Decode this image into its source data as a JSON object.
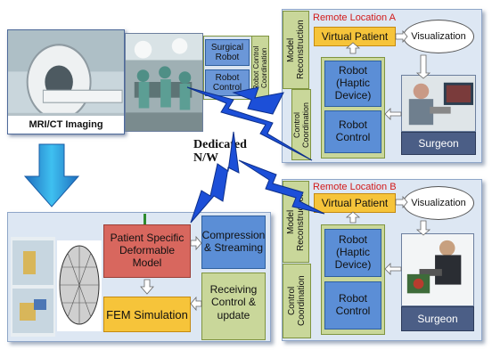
{
  "labels": {
    "mri_ct_imaging": "MRI/CT Imaging",
    "dedicated_nw": "Dedicated\nN/W",
    "surgical_robot": "Surgical\nRobot",
    "robot_control_small": "Robot\nControl",
    "robot_control_coordination": "Robot Control\nCoordination",
    "remote_a": {
      "title": "Remote Location A",
      "model_reconstruction": "Model\nReconstruction",
      "control_coordination": "Control\nCoordination",
      "virtual_patient": "Virtual Patient",
      "visualization": "Visualization",
      "robot_haptic": "Robot\n(Haptic\nDevice)",
      "robot_control": "Robot\nControl",
      "surgeon": "Surgeon"
    },
    "remote_b": {
      "title": "Remote Location B",
      "model_reconstruction": "Model\nReconstruction",
      "control_coordination": "Control\nCoordination",
      "virtual_patient": "Virtual Patient",
      "visualization": "Visualization",
      "robot_haptic": "Robot\n(Haptic\nDevice)",
      "robot_control": "Robot\nControl",
      "surgeon": "Surgeon"
    },
    "local": {
      "patient_model": "Patient Specific\nDeformable Model",
      "fem_simulation": "FEM Simulation",
      "compression_streaming": "Compression\n& Streaming",
      "receiving_control": "Receiving\nControl &\nupdate"
    }
  },
  "colors": {
    "panel": "#dde7f3",
    "robot_box": "#5b8ed6",
    "virtual_patient": "#f6c43a",
    "patient_model": "#d8675e",
    "fem": "#f6c43a",
    "surgeon_box": "#4b5e86",
    "lightning": "#1c4fd8",
    "big_arrow": "#27a7e8",
    "label_red": "#d21a1a"
  },
  "icons": {
    "lightning": "lightning-bolt-icon",
    "down_arrow": "big-down-arrow-icon"
  }
}
